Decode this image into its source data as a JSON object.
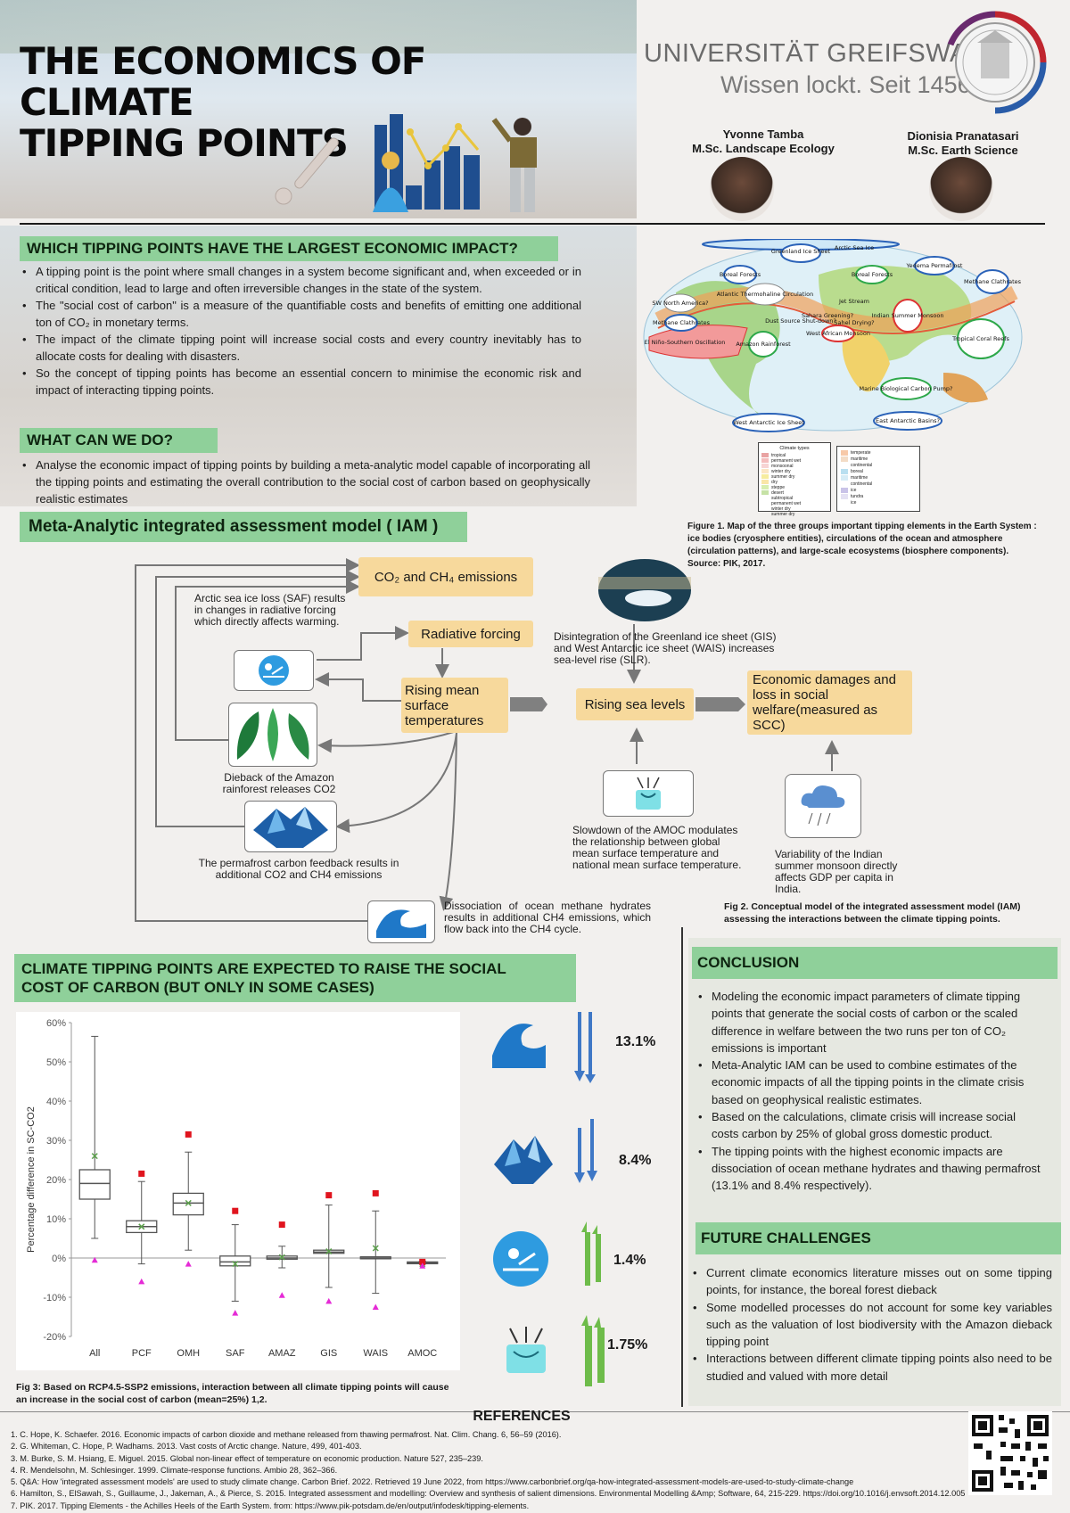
{
  "header": {
    "title_line1": "THE ECONOMICS OF CLIMATE",
    "title_line2": "TIPPING POINTS",
    "university": "UNIVERSITÄT GREIFSWALD",
    "motto": "Wissen lockt. Seit 1456",
    "authors": [
      {
        "name": "Yvonne Tamba",
        "degree": "M.Sc. Landscape Ecology"
      },
      {
        "name": "Dionisia Pranatasari",
        "degree": "M.Sc. Earth Science"
      }
    ]
  },
  "section1": {
    "heading": "WHICH TIPPING POINTS HAVE THE LARGEST ECONOMIC IMPACT?",
    "bullets": [
      "A tipping point is the point where small changes in a system become significant and, when exceeded or in critical condition, lead to large and often irreversible changes in the state of the system.",
      "The \"social cost of carbon\" is a measure of the quantifiable costs and benefits of emitting one additional ton of CO₂ in monetary terms.",
      "The impact of the climate tipping point will increase social costs and every country inevitably has to allocate costs for dealing with disasters.",
      "So the concept of tipping points has become an essential concern to minimise the economic risk and impact of interacting tipping points."
    ]
  },
  "section2": {
    "heading": "WHAT CAN WE DO?",
    "bullets": [
      "Analyse the economic impact of tipping points by building a meta-analytic model capable of incorporating all the tipping points and estimating the overall contribution to the social cost of carbon based on geophysically realistic estimates"
    ]
  },
  "map": {
    "labels": [
      "Arctic Sea Ice",
      "Greenland Ice Sheet",
      "Boreal Forests",
      "Yedema Permafrost",
      "Boreal Forests",
      "Methane Clathrates",
      "Jet Stream",
      "SW North America?",
      "Atlantic Thermohaline Circulation",
      "Methane Clathrates",
      "Dust Source Shut-down?",
      "Sahara Greening?",
      "Sahel Drying?",
      "Indian Summer Monsoon",
      "El Niño-Southern Oscillation",
      "Amazon Rainforest",
      "West African Monsoon",
      "Tropical Coral Reefs",
      "Marine Biological Carbon Pump?",
      "West Antarctic Ice Sheet",
      "East Antarctic Basins?"
    ],
    "legend_title": "Climate types",
    "legend_left": [
      "tropical",
      "permanent wet",
      "monsoonal",
      "winter dry",
      "summer dry",
      "dry",
      "steppe",
      "desert",
      "subtropical",
      "permanent wet",
      "winter dry",
      "summer dry"
    ],
    "legend_right": [
      "temperate",
      "maritime",
      "continental",
      "boreal",
      "maritime",
      "continental",
      "ice",
      "tundra",
      "ice"
    ],
    "caption": "Figure 1. Map of the three groups important tipping elements in the Earth System : ice bodies (cryosphere entities), circulations of the ocean and atmosphere (circulation patterns), and large-scale ecosystems (biosphere components). Source: PIK, 2017."
  },
  "iam": {
    "heading": "Meta-Analytic integrated assessment model ( IAM )",
    "boxes": {
      "emissions": "CO₂ and CH₄ emissions",
      "forcing": "Radiative forcing",
      "temperature": "Rising mean surface temperatures",
      "sea": "Rising sea levels",
      "damages": "Economic damages and loss in social welfare(measured as SCC)"
    },
    "texts": {
      "saf": "Arctic sea ice loss (SAF) results in changes in radiative forcing which directly affects warming.",
      "amazon": "Dieback of the Amazon rainforest releases CO2",
      "permafrost": "The permafrost carbon feedback results in additional CO2 and CH4 emissions",
      "methane": "Dissociation of ocean methane hydrates results in additional CH4 emissions, which flow back into the CH4 cycle.",
      "greenland": "Disintegration of the Greenland ice sheet (GIS) and West Antarctic ice sheet (WAIS) increases sea-level rise (SLR).",
      "amoc": "Slowdown of the AMOC modulates the relationship between global mean surface temperature and national mean surface temperature.",
      "monsoon": "Variability of the Indian summer monsoon directly affects GDP per capita in India."
    },
    "caption": "Fig 2. Conceptual model of the integrated assessment model (IAM) assessing the interactions between the climate tipping points."
  },
  "results": {
    "heading_line1": "CLIMATE TIPPING POINTS ARE EXPECTED TO RAISE THE SOCIAL",
    "heading_line2": "COST OF CARBON (BUT ONLY IN SOME CASES)",
    "caption": "Fig 3: Based on RCP4.5-SSP2 emissions, interaction between all  climate tipping points will cause an increase in the social cost of carbon (mean=25%) 1,2.",
    "impacts": [
      {
        "icon": "wave-icon",
        "direction": "down",
        "value": "13.1%"
      },
      {
        "icon": "iceberg-icon",
        "direction": "down",
        "value": "8.4%"
      },
      {
        "icon": "sun-ice-icon",
        "direction": "up",
        "value": "1.4%"
      },
      {
        "icon": "ocean-circulation-icon",
        "direction": "up",
        "value": "1.75%"
      }
    ]
  },
  "chart_data": {
    "type": "box",
    "ylabel": "Percentage difference in SC-CO2",
    "ylim": [
      -20,
      60
    ],
    "yticks": [
      "60%",
      "50%",
      "40%",
      "30%",
      "20%",
      "10%",
      "0%",
      "-10%",
      "-20%"
    ],
    "categories": [
      "All",
      "PCF",
      "OMH",
      "SAF",
      "AMAZ",
      "GIS",
      "WAIS",
      "AMOC"
    ],
    "boxes": [
      {
        "whisker_low": 5,
        "q1": 15,
        "median": 19,
        "q3": 22.5,
        "whisker_high": 56.5,
        "mean": 26,
        "high_marker": null,
        "low_marker": -0.5
      },
      {
        "whisker_low": -1.5,
        "q1": 6.5,
        "median": 8,
        "q3": 9.5,
        "whisker_high": 19.5,
        "mean": 8,
        "high_marker": 21.5,
        "low_marker": -6
      },
      {
        "whisker_low": 2,
        "q1": 11,
        "median": 14,
        "q3": 16.5,
        "whisker_high": 27,
        "mean": 14,
        "high_marker": 31.5,
        "low_marker": -1.5
      },
      {
        "whisker_low": -11,
        "q1": -2,
        "median": -1,
        "q3": 0.5,
        "whisker_high": 8.5,
        "mean": -1.5,
        "high_marker": 12,
        "low_marker": -14
      },
      {
        "whisker_low": -2.5,
        "q1": -0.3,
        "median": 0,
        "q3": 0.5,
        "whisker_high": 3,
        "mean": 0.2,
        "high_marker": 8.5,
        "low_marker": -9.5
      },
      {
        "whisker_low": -7.5,
        "q1": 1.2,
        "median": 1.5,
        "q3": 2,
        "whisker_high": 13.5,
        "mean": 1.7,
        "high_marker": 16,
        "low_marker": -11
      },
      {
        "whisker_low": -9,
        "q1": -0.2,
        "median": 0,
        "q3": 0.3,
        "whisker_high": 12,
        "mean": 2.5,
        "high_marker": 16.5,
        "low_marker": -12.5
      },
      {
        "whisker_low": -1.5,
        "q1": -1.3,
        "median": -1.2,
        "q3": -1,
        "whisker_high": -0.8,
        "mean": -1.5,
        "high_marker": -1,
        "low_marker": -2
      }
    ],
    "colors": {
      "box": "#555555",
      "mean": "#5aa04a",
      "high": "#e0141e",
      "low": "#e52bd6"
    }
  },
  "conclusion": {
    "heading": "CONCLUSION",
    "bullets": [
      "Modeling the economic impact parameters of climate tipping points that generate the social costs of carbon or the scaled difference in welfare between the two runs per ton of CO₂ emissions is important",
      "Meta-Analytic IAM can be used to combine estimates of the economic impacts of all the tipping points in the climate crisis based on geophysical realistic estimates.",
      "Based on the calculations, climate crisis will increase social costs carbon by 25% of global gross domestic product.",
      "The tipping points with the highest economic impacts are dissociation of ocean methane hydrates and thawing permafrost (13.1% and 8.4% respectively)."
    ]
  },
  "future": {
    "heading": "FUTURE CHALLENGES",
    "bullets": [
      "Current climate economics literature misses out on some tipping points, for instance, the boreal forest dieback",
      "Some modelled processes do not account for some key variables such as the valuation of lost biodiversity with the Amazon dieback tipping point",
      "Interactions between different climate tipping points also need to be studied and valued with more detail"
    ]
  },
  "references": {
    "heading": "REFERENCES",
    "items": [
      "1. C. Hope, K. Schaefer. 2016. Economic impacts of carbon dioxide and methane released from thawing permafrost. Nat. Clim. Chang. 6, 56–59 (2016).",
      "2. G. Whiteman, C. Hope, P. Wadhams. 2013. Vast costs of Arctic change. Nature, 499, 401-403.",
      "3. M. Burke, S. M. Hsiang, E. Miguel. 2015. Global non-linear effect of temperature on economic production. Nature 527, 235–239.",
      "4. R. Mendelsohn, M. Schlesinger. 1999. Climate-response functions. Ambio 28, 362–366.",
      "5. Q&A: How 'integrated assessment models' are used to study climate change. Carbon Brief. 2022. Retrieved 19 June 2022, from https://www.carbonbrief.org/qa-how-integrated-assessment-models-are-used-to-study-climate-change",
      "6. Hamilton, S., ElSawah, S., Guillaume, J., Jakeman, A., & Pierce, S. 2015. Integrated assessment and modelling: Overview and synthesis of salient dimensions. Environmental Modelling &Amp; Software, 64, 215-229. https://doi.org/10.1016/j.envsoft.2014.12.005",
      "7. PIK. 2017. Tipping Elements - the Achilles Heels of the Earth System. from: https://www.pik-potsdam.de/en/output/infodesk/tipping-elements."
    ]
  }
}
